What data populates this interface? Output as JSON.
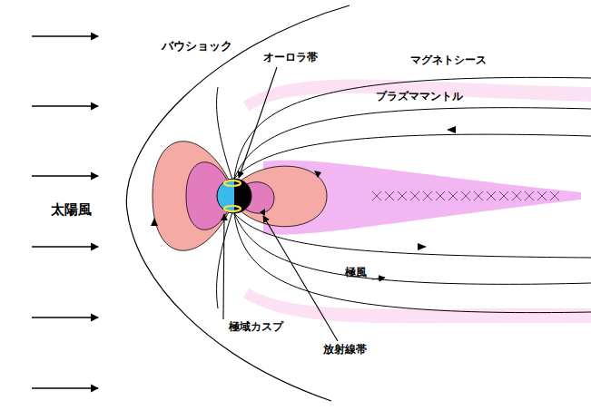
{
  "diagram": {
    "labels": [
      "バウショック",
      "オーロラ帯",
      "マグネトシース",
      "プラズママントル",
      "太陽風",
      "極風",
      "極域カスプ",
      "放射線帯"
    ]
  }
}
